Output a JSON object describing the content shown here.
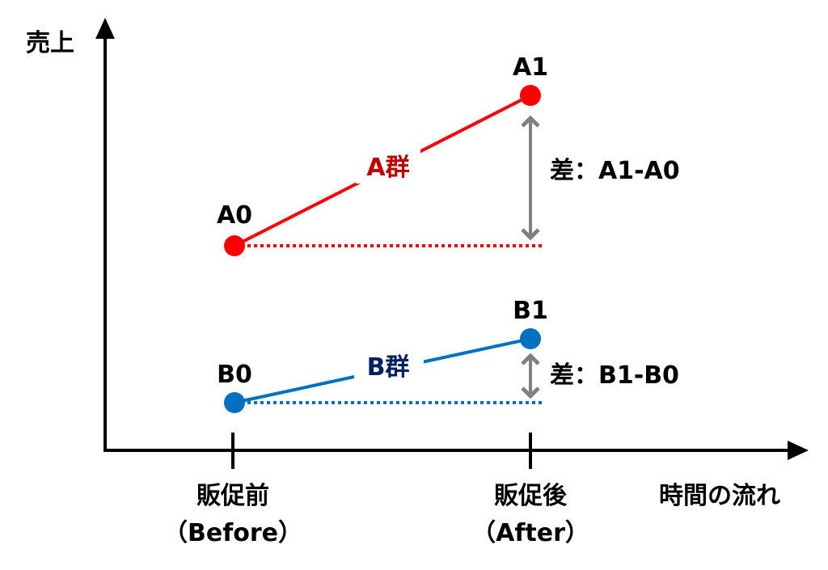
{
  "axes": {
    "y_label": "売上",
    "x_label": "時間の流れ",
    "ticks": [
      {
        "label": "販促前",
        "sub": "（Before）"
      },
      {
        "label": "販促後",
        "sub": "（After）"
      }
    ]
  },
  "groups": {
    "a": {
      "name": "A群",
      "start": "A0",
      "end": "A1",
      "diff": "差：A1-A0",
      "line_color": "#FF0000",
      "name_color": "#C00000"
    },
    "b": {
      "name": "B群",
      "start": "B0",
      "end": "B1",
      "diff": "差：B1-B0",
      "line_color": "#0070C0",
      "name_color": "#002060"
    }
  },
  "colors": {
    "axis": "#000000",
    "arrow": "#808080"
  }
}
